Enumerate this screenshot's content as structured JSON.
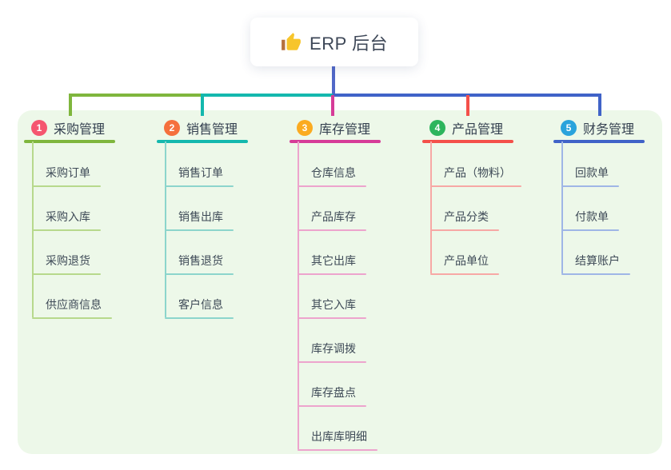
{
  "root": {
    "title": "ERP 后台",
    "icon": "thumbs-up-icon",
    "icon_colors": {
      "hand": "#f7c52b",
      "sleeve": "#b5713f"
    },
    "line_color": "#5168c8",
    "text_color": "#3d4757"
  },
  "panel": {
    "background": "#edf8e9"
  },
  "text_colors": {
    "branch_title": "#333f4f",
    "child_label": "#3e4a57"
  },
  "branches": [
    {
      "index": "1",
      "label": "采购管理",
      "badge_color": "#f5566f",
      "line_color": "#7fb63d",
      "child_line_color": "#b7d98c",
      "children": [
        "采购订单",
        "采购入库",
        "采购退货",
        "供应商信息"
      ]
    },
    {
      "index": "2",
      "label": "销售管理",
      "badge_color": "#f5703d",
      "line_color": "#14b8ae",
      "child_line_color": "#8cd5cc",
      "children": [
        "销售订单",
        "销售出库",
        "销售退货",
        "客户信息"
      ]
    },
    {
      "index": "3",
      "label": "库存管理",
      "badge_color": "#fbab20",
      "line_color": "#d63c98",
      "child_line_color": "#eda4cd",
      "children": [
        "仓库信息",
        "产品库存",
        "其它出库",
        "其它入库",
        "库存调拨",
        "库存盘点",
        "出库库明细"
      ]
    },
    {
      "index": "4",
      "label": "产品管理",
      "badge_color": "#2db55d",
      "line_color": "#f4504a",
      "child_line_color": "#f7a8a5",
      "children": [
        "产品（物料）",
        "产品分类",
        "产品单位"
      ]
    },
    {
      "index": "5",
      "label": "财务管理",
      "badge_color": "#2aa3dc",
      "line_color": "#4063c8",
      "child_line_color": "#9fb6e6",
      "children": [
        "回款单",
        "付款单",
        "结算账户"
      ]
    }
  ]
}
